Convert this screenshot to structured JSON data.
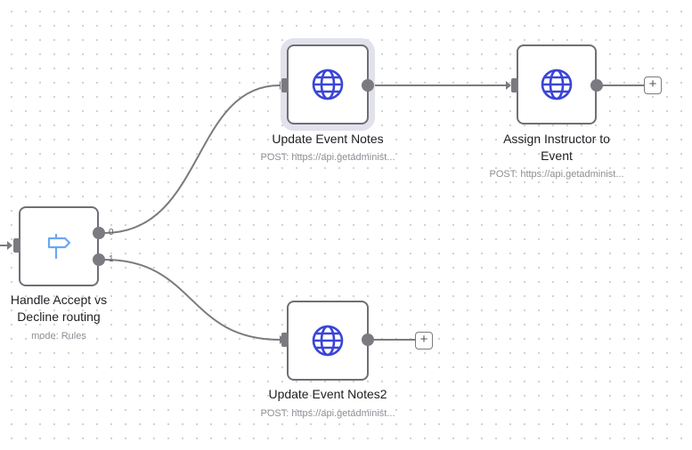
{
  "nodes": {
    "switch": {
      "name": "Handle Accept vs Decline routing",
      "name_line1": "Handle Accept vs",
      "name_line2": "Decline routing",
      "subtitle": "mode: Rules",
      "outputs": [
        "0",
        "1"
      ],
      "icon": "signpost-icon"
    },
    "update_notes": {
      "name": "Update Event Notes",
      "subtitle": "POST: https://api.getadminist...",
      "icon": "globe-icon"
    },
    "assign_instructor": {
      "name": "Assign Instructor to Event",
      "name_line1": "Assign Instructor to",
      "name_line2": "Event",
      "subtitle": "POST: https://api.getadminist...",
      "icon": "globe-icon"
    },
    "update_notes2": {
      "name": "Update Event Notes2",
      "subtitle": "POST: https://api.getadminist...",
      "icon": "globe-icon"
    }
  },
  "add_button_symbol": "+",
  "colors": {
    "node_border": "#6f6f77",
    "globe": "#3a45d6",
    "signpost": "#6aa8f0",
    "edge": "#7a7a80",
    "selected_halo": "#e2e2ec"
  }
}
